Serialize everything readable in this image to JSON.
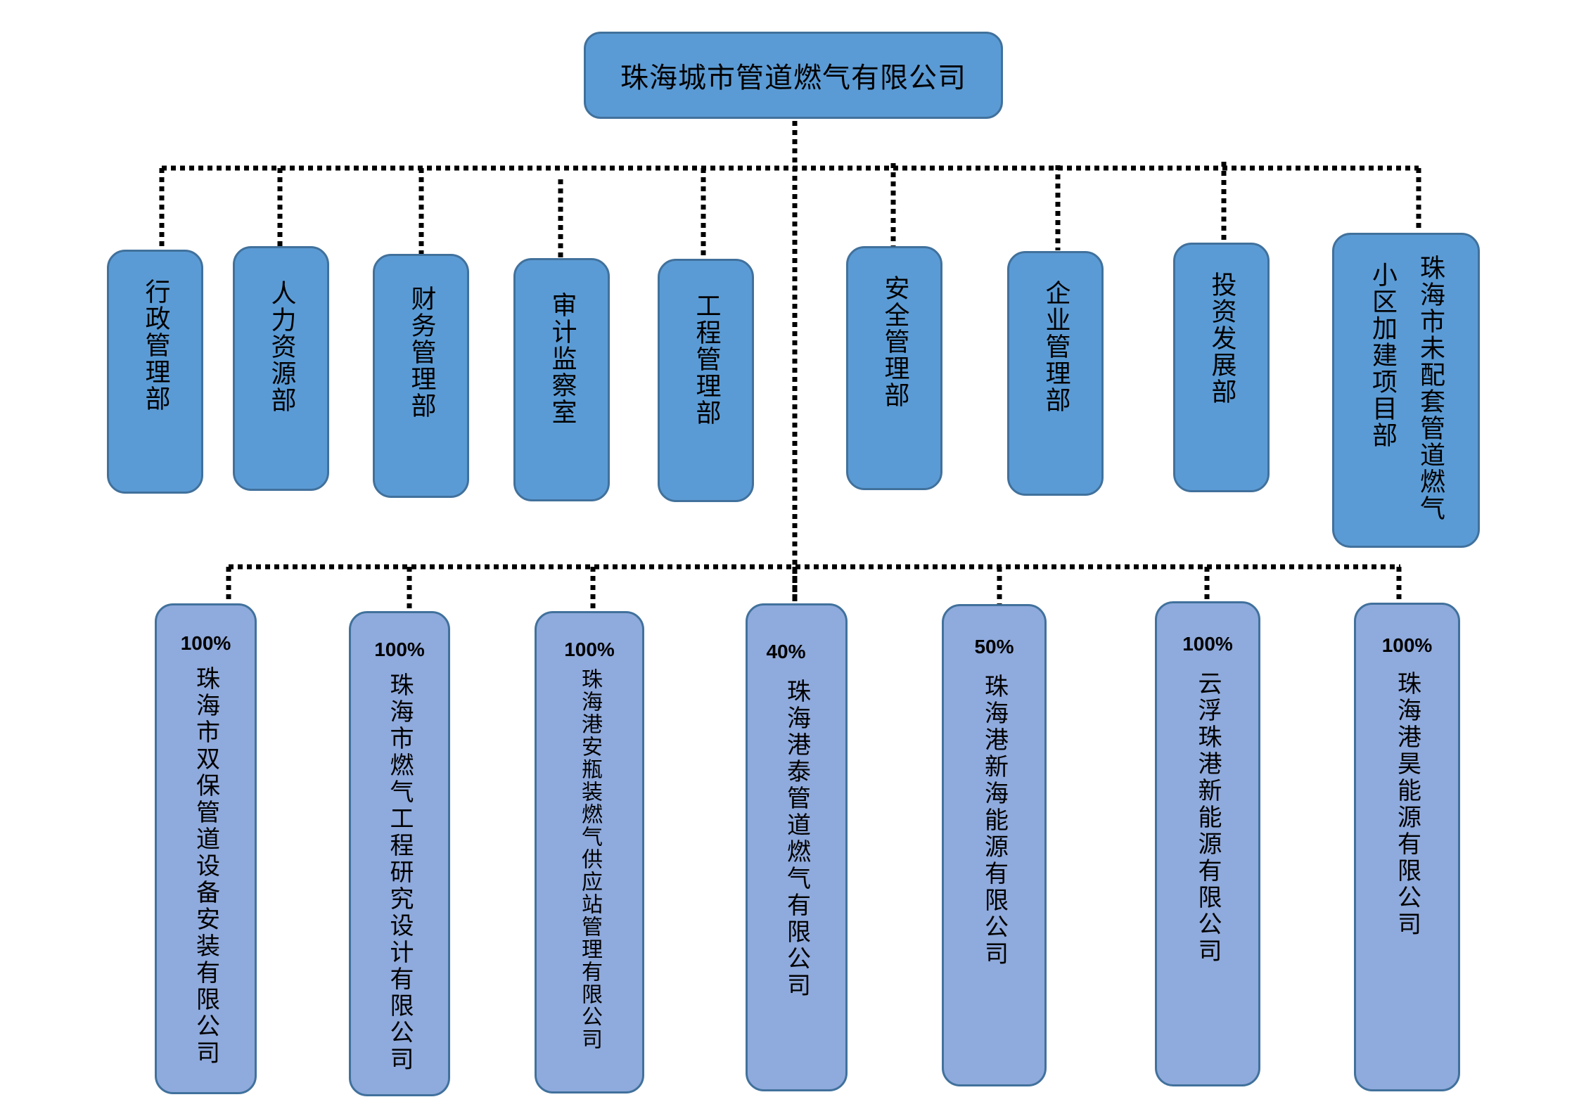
{
  "root": {
    "label": "珠海城市管道燃气有限公司"
  },
  "departments": [
    {
      "label": "行政管理部"
    },
    {
      "label": "人力资源部"
    },
    {
      "label": "财务管理部"
    },
    {
      "label": "审计监察室"
    },
    {
      "label": "工程管理部"
    },
    {
      "label": "安全管理部"
    },
    {
      "label": "企业管理部"
    },
    {
      "label": "投资发展部"
    },
    {
      "label": "珠海市未配套管道燃气小区加建项目部",
      "lines": [
        "珠海市未配套管道燃气",
        "小区加建项目部"
      ]
    }
  ],
  "subsidiaries": [
    {
      "ownership": "100%",
      "label": "珠海市双保管道设备安装有限公司"
    },
    {
      "ownership": "100%",
      "label": "珠海市燃气工程研究设计有限公司"
    },
    {
      "ownership": "100%",
      "label": "珠海港安瓶装燃气供应站管理有限公司"
    },
    {
      "ownership": "40%",
      "label": "珠海港泰管道燃气有限公司"
    },
    {
      "ownership": "50%",
      "label": "珠海港新海能源有限公司"
    },
    {
      "ownership": "100%",
      "label": "云浮珠港新能源有限公司"
    },
    {
      "ownership": "100%",
      "label": "珠海港昊能源有限公司"
    }
  ]
}
